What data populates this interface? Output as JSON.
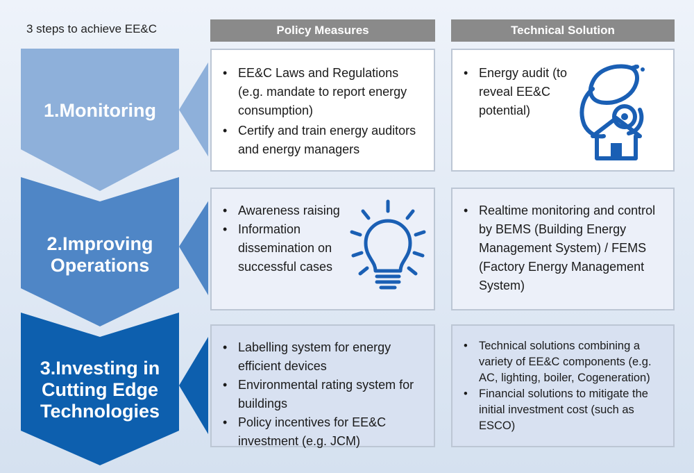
{
  "header": {
    "steps_label": "3 steps to achieve EE&C",
    "policy_col": "Policy Measures",
    "tech_col": "Technical Solution"
  },
  "steps": [
    {
      "lines": [
        "1.Monitoring"
      ],
      "color": "#8eb0da"
    },
    {
      "lines": [
        "2.Improving",
        "Operations"
      ],
      "color": "#4f86c6"
    },
    {
      "lines": [
        "3.Investing in",
        "Cutting Edge",
        "Technologies"
      ],
      "color": "#0d5fae"
    }
  ],
  "policy": [
    {
      "items": [
        "EE&C Laws and Regulations (e.g. mandate to report energy consumption)",
        "Certify and train energy auditors and energy managers"
      ]
    },
    {
      "items": [
        "Awareness raising",
        "Information dissemination on successful cases"
      ]
    },
    {
      "items": [
        "Labelling system for energy efficient devices",
        "Environmental rating system for buildings",
        "Policy incentives for EE&C investment (e.g. JCM)"
      ]
    }
  ],
  "tech": [
    {
      "items": [
        "Energy audit (to reveal EE&C potential)"
      ]
    },
    {
      "items": [
        "Realtime monitoring and control by BEMS (Building Energy Management System) / FEMS (Factory Energy Management System)"
      ]
    },
    {
      "items": [
        "Technical solutions combining a variety of EE&C components (e.g. AC, lighting, boiler, Cogeneration)",
        "Financial solutions to mitigate the initial investment cost (such as ESCO)"
      ]
    }
  ],
  "icons": {
    "row1": "stethoscope-house-icon",
    "row2": "lightbulb-icon",
    "color": "#1a5fb4"
  }
}
